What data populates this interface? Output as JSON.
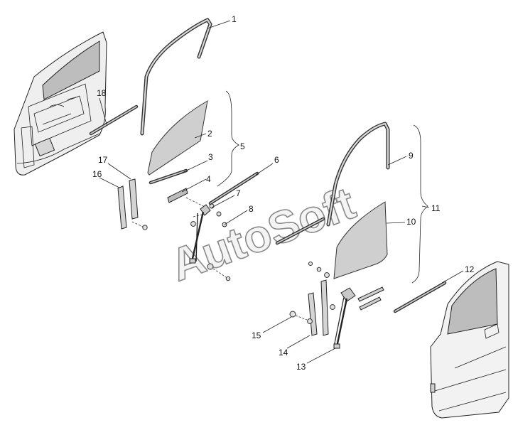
{
  "watermark": "AutoSoft",
  "callouts": {
    "c1": "1",
    "c2": "2",
    "c3": "3",
    "c4": "4",
    "c5": "5",
    "c6": "6",
    "c7": "7",
    "c8": "8",
    "c9": "9",
    "c10": "10",
    "c11": "11",
    "c12": "12",
    "c13": "13",
    "c14": "14",
    "c15": "15",
    "c16": "16",
    "c17": "17",
    "c18": "18"
  }
}
